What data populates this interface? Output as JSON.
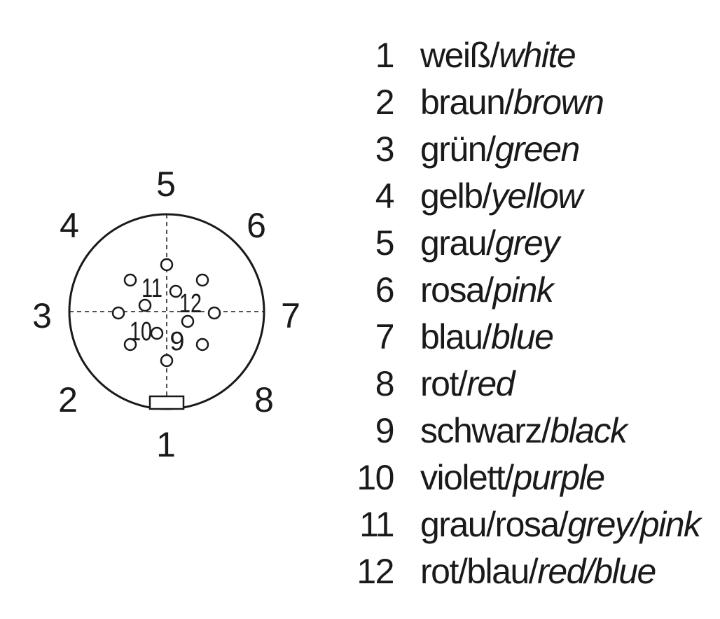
{
  "diagram": {
    "outer_pins": [
      "1",
      "2",
      "3",
      "4",
      "5",
      "6",
      "7",
      "8"
    ],
    "inner_pins": [
      "9",
      "10",
      "11",
      "12"
    ]
  },
  "legend": [
    {
      "num": "1",
      "de": "weiß/",
      "en": "white"
    },
    {
      "num": "2",
      "de": "braun/",
      "en": "brown"
    },
    {
      "num": "3",
      "de": "grün/",
      "en": "green"
    },
    {
      "num": "4",
      "de": "gelb/",
      "en": "yellow"
    },
    {
      "num": "5",
      "de": "grau/",
      "en": "grey"
    },
    {
      "num": "6",
      "de": "rosa/",
      "en": "pink"
    },
    {
      "num": "7",
      "de": "blau/",
      "en": "blue"
    },
    {
      "num": "8",
      "de": "rot/",
      "en": "red"
    },
    {
      "num": "9",
      "de": "schwarz/",
      "en": "black"
    },
    {
      "num": "10",
      "de": "violett/",
      "en": "purple"
    },
    {
      "num": "11",
      "de": "grau/rosa/",
      "en": "grey/pink"
    },
    {
      "num": "12",
      "de": "rot/blau/",
      "en": "red/blue"
    }
  ]
}
